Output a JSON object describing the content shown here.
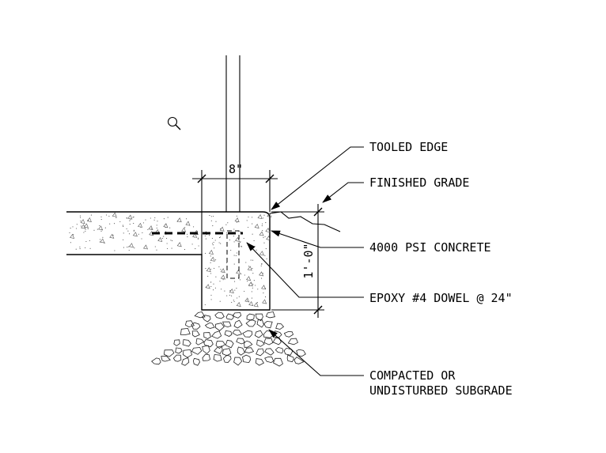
{
  "labels": {
    "tooled_edge": "TOOLED EDGE",
    "finished_grade": "FINISHED GRADE",
    "concrete": "4000 PSI CONCRETE",
    "dowel": "EPOXY #4 DOWEL @ 24\"",
    "subgrade_line1": "COMPACTED OR",
    "subgrade_line2": "UNDISTURBED SUBGRADE"
  },
  "dimensions": {
    "width": "8\"",
    "depth": "1'-0\""
  },
  "icons": {
    "zoom": "magnifier-icon"
  }
}
